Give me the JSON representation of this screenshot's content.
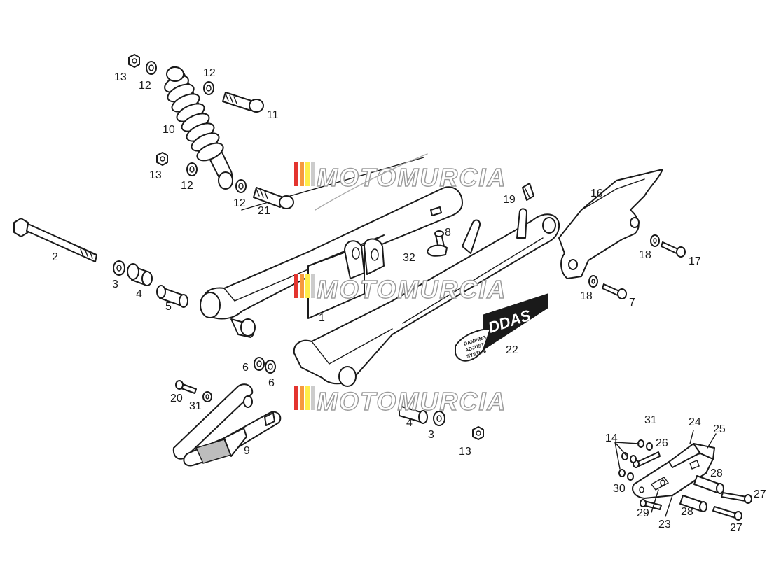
{
  "watermark": {
    "text": "MOTOMURCIA",
    "stripe_colors": [
      "#e3342f",
      "#f6993f",
      "#ffed4a",
      "#cccccc"
    ]
  },
  "decal": {
    "brand": "DDAS",
    "badge_lines": [
      "DAMPING",
      "ADJUST",
      "SYSTEM"
    ]
  },
  "callouts": [
    "1",
    "2",
    "3",
    "3",
    "4",
    "4",
    "5",
    "6",
    "6",
    "7",
    "8",
    "9",
    "10",
    "11",
    "12",
    "12",
    "12",
    "12",
    "13",
    "13",
    "13",
    "14",
    "16",
    "17",
    "18",
    "18",
    "19",
    "20",
    "21",
    "22",
    "23",
    "24",
    "25",
    "26",
    "27",
    "27",
    "28",
    "28",
    "29",
    "30",
    "31",
    "31",
    "32"
  ]
}
